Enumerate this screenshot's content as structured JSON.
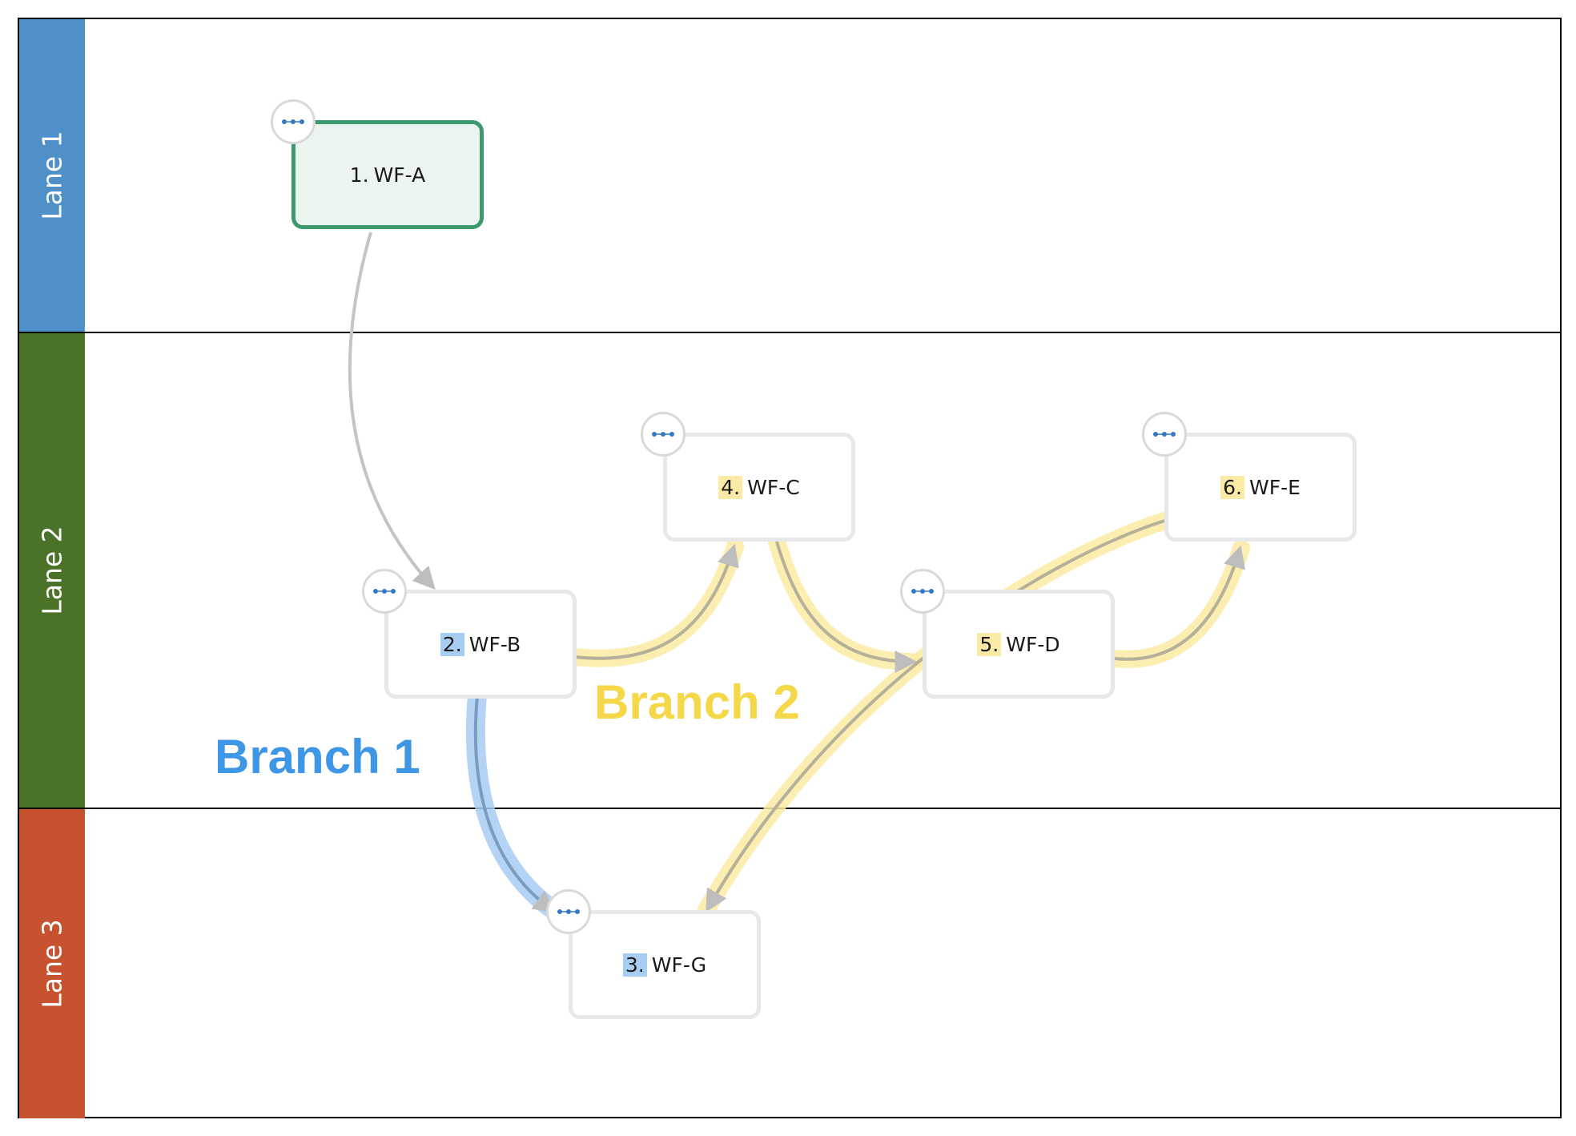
{
  "colors": {
    "lane1": "#4f90c8",
    "lane2": "#4a7228",
    "lane3": "#c6522f",
    "branch1": "#3d96e6",
    "branch2": "#f5d84a",
    "start_border": "#3d9a6e"
  },
  "lanes": [
    {
      "label": "Lane 1"
    },
    {
      "label": "Lane 2"
    },
    {
      "label": "Lane 3"
    }
  ],
  "nodes": {
    "wf_a": {
      "number": "1.",
      "name": "WF-A"
    },
    "wf_b": {
      "number": "2.",
      "name": "WF-B"
    },
    "wf_g": {
      "number": "3.",
      "name": "WF-G"
    },
    "wf_c": {
      "number": "4.",
      "name": "WF-C"
    },
    "wf_d": {
      "number": "5.",
      "name": "WF-D"
    },
    "wf_e": {
      "number": "6.",
      "name": "WF-E"
    }
  },
  "edges": [
    {
      "from": "WF-A",
      "to": "WF-B"
    },
    {
      "from": "WF-B",
      "to": "WF-C",
      "branch": "Branch 2"
    },
    {
      "from": "WF-C",
      "to": "WF-D",
      "branch": "Branch 2"
    },
    {
      "from": "WF-D",
      "to": "WF-E",
      "branch": "Branch 2"
    },
    {
      "from": "WF-E",
      "to": "WF-G",
      "branch": "Branch 2"
    },
    {
      "from": "WF-B",
      "to": "WF-G",
      "branch": "Branch 1"
    }
  ],
  "branches": {
    "branch1": "Branch 1",
    "branch2": "Branch 2"
  },
  "icons": {
    "node_menu": "ellipsis-icon"
  }
}
